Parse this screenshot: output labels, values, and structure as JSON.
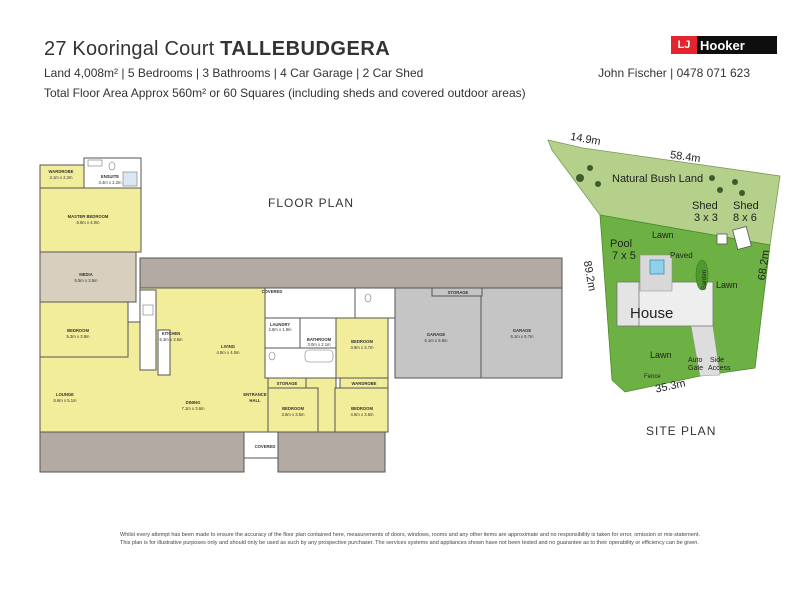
{
  "header": {
    "address": "27 Kooringal Court",
    "suburb": "TALLEBUDGERA",
    "line1": "Land 4,008m² | 5 Bedrooms | 3 Bathrooms | 4 Car Garage | 2 Car Shed",
    "line2": "Total Floor Area Approx 560m² or 60 Squares (including sheds and covered outdoor areas)",
    "agent": "John Fischer | 0478 071 623"
  },
  "logo": {
    "mark": "LJ",
    "name": "Hooker"
  },
  "floor_plan": {
    "label": "FLOOR PLAN",
    "rooms": {
      "wardrobe1": "WARDROBE",
      "wardrobe1_dim": "3.1m x 2.2m",
      "ensuite": "ENSUITE",
      "ensuite_dim": "3.4m x 2.2m",
      "master": "MASTER BEDROOM",
      "master_dim": "6.6m x 4.0m",
      "media": "MEDIA",
      "media_dim": "5.5m x 3.5m",
      "bedroom1": "BEDROOM",
      "bedroom1_dim": "5.3m x 3.8m",
      "kitchen": "KITCHEN",
      "kitchen_dim": "6.3m x 3.5m",
      "living": "LIVING",
      "living_dim": "4.8m x 4.0m",
      "laundry": "LAUNDRY",
      "laundry_dim": "2.8m x 1.9m",
      "bathroom": "BATHROOM",
      "bathroom_dim": "3.0m x 2.1m",
      "bedroom2": "BEDROOM",
      "bedroom2_dim": "3.9m x 3.7m",
      "garage1": "GARAGE",
      "garage1_dim": "6.1m x 5.9m",
      "garage2": "GARAGE",
      "garage2_dim": "6.1m x 5.7m",
      "storage_top": "STORAGE",
      "lounge": "LOUNGE",
      "lounge_dim": "6.6m x 5.1m",
      "dining": "DINING",
      "dining_dim": "7.1m x 3.6m",
      "entrance": "ENTRANCE",
      "hall": "HALL",
      "storage_mid": "STORAGE",
      "wardrobe2": "WARDROBE",
      "bedroom3": "BEDROOM",
      "bedroom3_dim": "3.6m x 3.5m",
      "bedroom4": "BEDROOM",
      "bedroom4_dim": "4.6m x 3.6m",
      "covered_top": "COVERED",
      "covered_bottom": "COVERED"
    }
  },
  "site_plan": {
    "label": "SITE PLAN",
    "dims": {
      "top_left": "14.9m",
      "top": "58.4m",
      "left": "89.2m",
      "right": "68.2m",
      "bottom": "35.3m"
    },
    "bush": "Natural Bush Land",
    "shed1": "Shed",
    "shed1_size": "3 x 3",
    "shed2": "Shed",
    "shed2_size": "8 x 6",
    "lawn": "Lawn",
    "pool": "Pool",
    "pool_size": "7 x 5",
    "paved": "Paved",
    "garden": "Garden",
    "house": "House",
    "auto_gate": "Auto",
    "auto_gate2": "Gate",
    "side": "Side",
    "access": "Access",
    "fence": "Fence"
  },
  "disclaimer": {
    "line1": "Whilst every attempt has been made to ensure the accuracy of the floor plan contained here, measurements of doors, windows, rooms and any other items are approximate and no responsibility is taken for error, omission or mis-statement.",
    "line2": "This plan is for illustrative purposes only and should only be used as such by any prospective purchaser. The services systems and appliances shown have not been tested and no guarantee as to their operability or efficiency can be given."
  },
  "colors": {
    "room_yellow": "#f1ed9a",
    "media_beige": "#d9cfbf",
    "covered_grey": "#b4aaa4",
    "garage_grey": "#c5c5c5",
    "bush_green": "#b4d08a",
    "lawn_green": "#6db043",
    "house_grey": "#dddddd",
    "pool_blue": "#8fd0ea"
  }
}
